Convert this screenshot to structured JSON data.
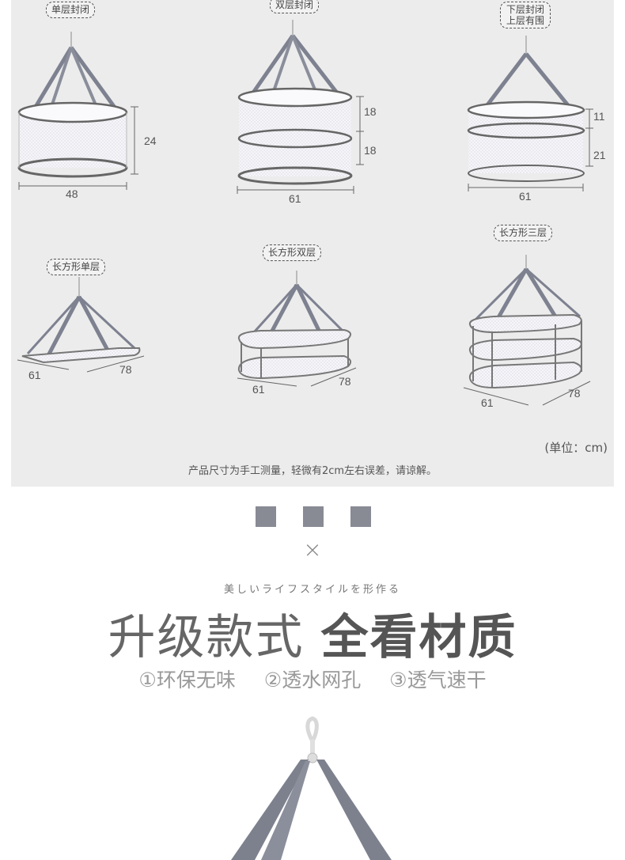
{
  "labels": {
    "single_closed": "单层封闭",
    "double_closed": "双层封闭",
    "lower_closed_line1": "下层封闭",
    "lower_closed_line2": "上层有围",
    "rect_single": "长方形单层",
    "rect_double": "长方形双层",
    "rect_triple": "长方形三层"
  },
  "dims": {
    "single_height": "24",
    "single_width": "48",
    "double_top": "18",
    "double_bottom": "18",
    "double_width": "61",
    "lower_top": "11",
    "lower_bottom": "21",
    "lower_width": "61",
    "rect1_w": "61",
    "rect1_l": "78",
    "rect2_w": "61",
    "rect2_l": "78",
    "rect3_w": "61",
    "rect3_l": "78"
  },
  "unit_text": "(单位：cm)",
  "note_text": "产品尺寸为手工测量，轻微有2cm左右误差，请谅解。",
  "separator_symbol": "×",
  "jp_tagline": "美しいライフスタイルを形作る",
  "headline_light": "升级款式",
  "headline_bold": "全看材质",
  "features": [
    "①环保无味",
    "②透水网孔",
    "③透气速干"
  ],
  "colors": {
    "panel": "#ececec",
    "strap": "#808490",
    "mesh": "#f4f4f8",
    "square": "#888a94"
  }
}
